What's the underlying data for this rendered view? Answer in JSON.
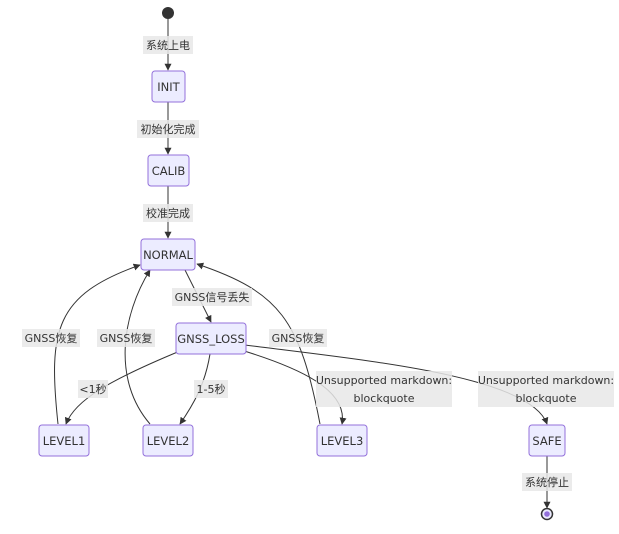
{
  "diagram": {
    "type": "state",
    "colors": {
      "node_fill": "#ECECFF",
      "node_stroke": "#9370DB",
      "edge": "#333333",
      "label_bg": "#e8e8e8"
    },
    "nodes": {
      "init": "INIT",
      "calib": "CALIB",
      "normal": "NORMAL",
      "gnss_loss": "GNSS_LOSS",
      "level1": "LEVEL1",
      "level2": "LEVEL2",
      "level3": "LEVEL3",
      "safe": "SAFE"
    },
    "edges": [
      {
        "from": "start",
        "to": "INIT",
        "label": "系统上电"
      },
      {
        "from": "INIT",
        "to": "CALIB",
        "label": "初始化完成"
      },
      {
        "from": "CALIB",
        "to": "NORMAL",
        "label": "校准完成"
      },
      {
        "from": "NORMAL",
        "to": "GNSS_LOSS",
        "label": "GNSS信号丢失"
      },
      {
        "from": "GNSS_LOSS",
        "to": "LEVEL1",
        "label": "<1秒"
      },
      {
        "from": "GNSS_LOSS",
        "to": "LEVEL2",
        "label": "1-5秒"
      },
      {
        "from": "GNSS_LOSS",
        "to": "LEVEL3",
        "label_lines": [
          "Unsupported markdown:",
          "blockquote"
        ]
      },
      {
        "from": "GNSS_LOSS",
        "to": "SAFE",
        "label_lines": [
          "Unsupported markdown:",
          "blockquote"
        ]
      },
      {
        "from": "LEVEL1",
        "to": "NORMAL",
        "label": "GNSS恢复"
      },
      {
        "from": "LEVEL2",
        "to": "NORMAL",
        "label": "GNSS恢复"
      },
      {
        "from": "LEVEL3",
        "to": "NORMAL",
        "label": "GNSS恢复"
      },
      {
        "from": "SAFE",
        "to": "end",
        "label": "系统停止"
      }
    ]
  }
}
